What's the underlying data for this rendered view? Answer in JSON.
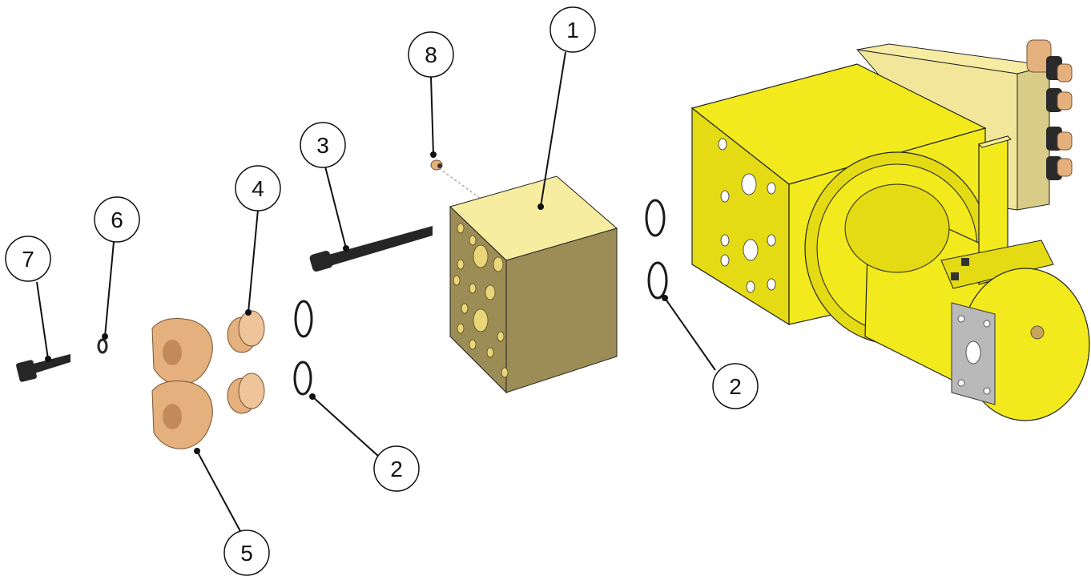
{
  "colors": {
    "housing_yellow": "#F2EA1C",
    "housing_yellow_shade": "#D8CF12",
    "housing_yellow_dark": "#A9A20B",
    "manifold_top": "#F6EDA0",
    "manifold_front": "#9C8C55",
    "manifold_side": "#C4B26A",
    "bronze": "#E3B07E",
    "bronze_dark": "#A97649",
    "hardware_black": "#262626",
    "steel_plate": "#B9B9B9",
    "leader_line": "#111111"
  },
  "callouts": [
    {
      "id": "1",
      "label": "1"
    },
    {
      "id": "2a",
      "label": "2"
    },
    {
      "id": "2b",
      "label": "2"
    },
    {
      "id": "3",
      "label": "3"
    },
    {
      "id": "4",
      "label": "4"
    },
    {
      "id": "5",
      "label": "5"
    },
    {
      "id": "6",
      "label": "6"
    },
    {
      "id": "7",
      "label": "7"
    },
    {
      "id": "8",
      "label": "8"
    }
  ]
}
